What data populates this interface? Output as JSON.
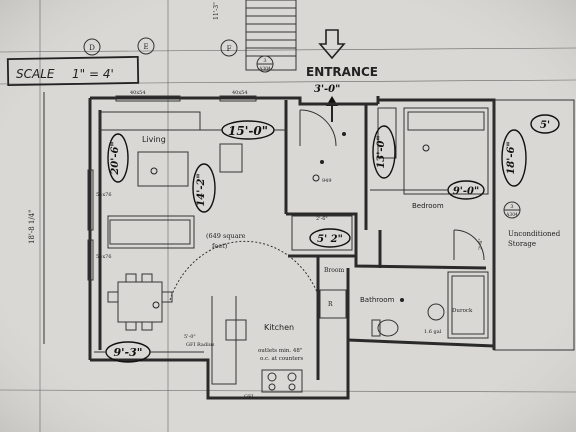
{
  "scale": {
    "label": "SCALE",
    "value": "1\" = 4'"
  },
  "entrance": "ENTRANCE",
  "rooms": {
    "living": "Living",
    "kitchen": "Kitchen",
    "bedroom": "Bedroom",
    "bathroom": "Bathroom",
    "broom": "Broom",
    "storage_line1": "Unconditioned",
    "storage_line2": "Storage"
  },
  "area_note": {
    "line1": "(649 square",
    "line2": "feet)"
  },
  "kitchen_note": {
    "line1": "outlets min. 48\"",
    "line2": "o.c. at counters"
  },
  "dimensions": {
    "entrance_width": "3'-0\"",
    "living_width": "15'-0\"",
    "living_height": "20'-6\"",
    "living_depth": "14'-2\"",
    "dining_width": "9'-3\"",
    "hall_height": "13'-0\"",
    "bedroom_width": "9'-0\"",
    "storage_height": "18'-6\"",
    "storage_width": "5'",
    "closet_width": "5' 2\"",
    "overall_side": "18'-8 1/4\""
  },
  "annotations": {
    "window_top_left": "40x54",
    "window_top_mid": "40x54",
    "window_left_1": "54x76",
    "window_left_2": "54x76",
    "elevation_mark": "949",
    "clearance": "5'-0\"",
    "gfi_radius": "GFI Radius",
    "gfi": "GFI",
    "tub_label": "Durock",
    "water_heater": "1.6 gal",
    "dim_small_1": "2'-6\"",
    "dim_small_2": "2'-6\"",
    "refrigerator": "R",
    "stair_height": "11'-3\"",
    "grid_d": "D",
    "grid_e": "E",
    "grid_f": "F",
    "section_top": "3",
    "section_top_sheet": "A304",
    "section_right": "3",
    "section_right_sheet": "A304"
  },
  "colors": {
    "paper": "#d9d8d4",
    "ink": "#2a2a2a"
  }
}
